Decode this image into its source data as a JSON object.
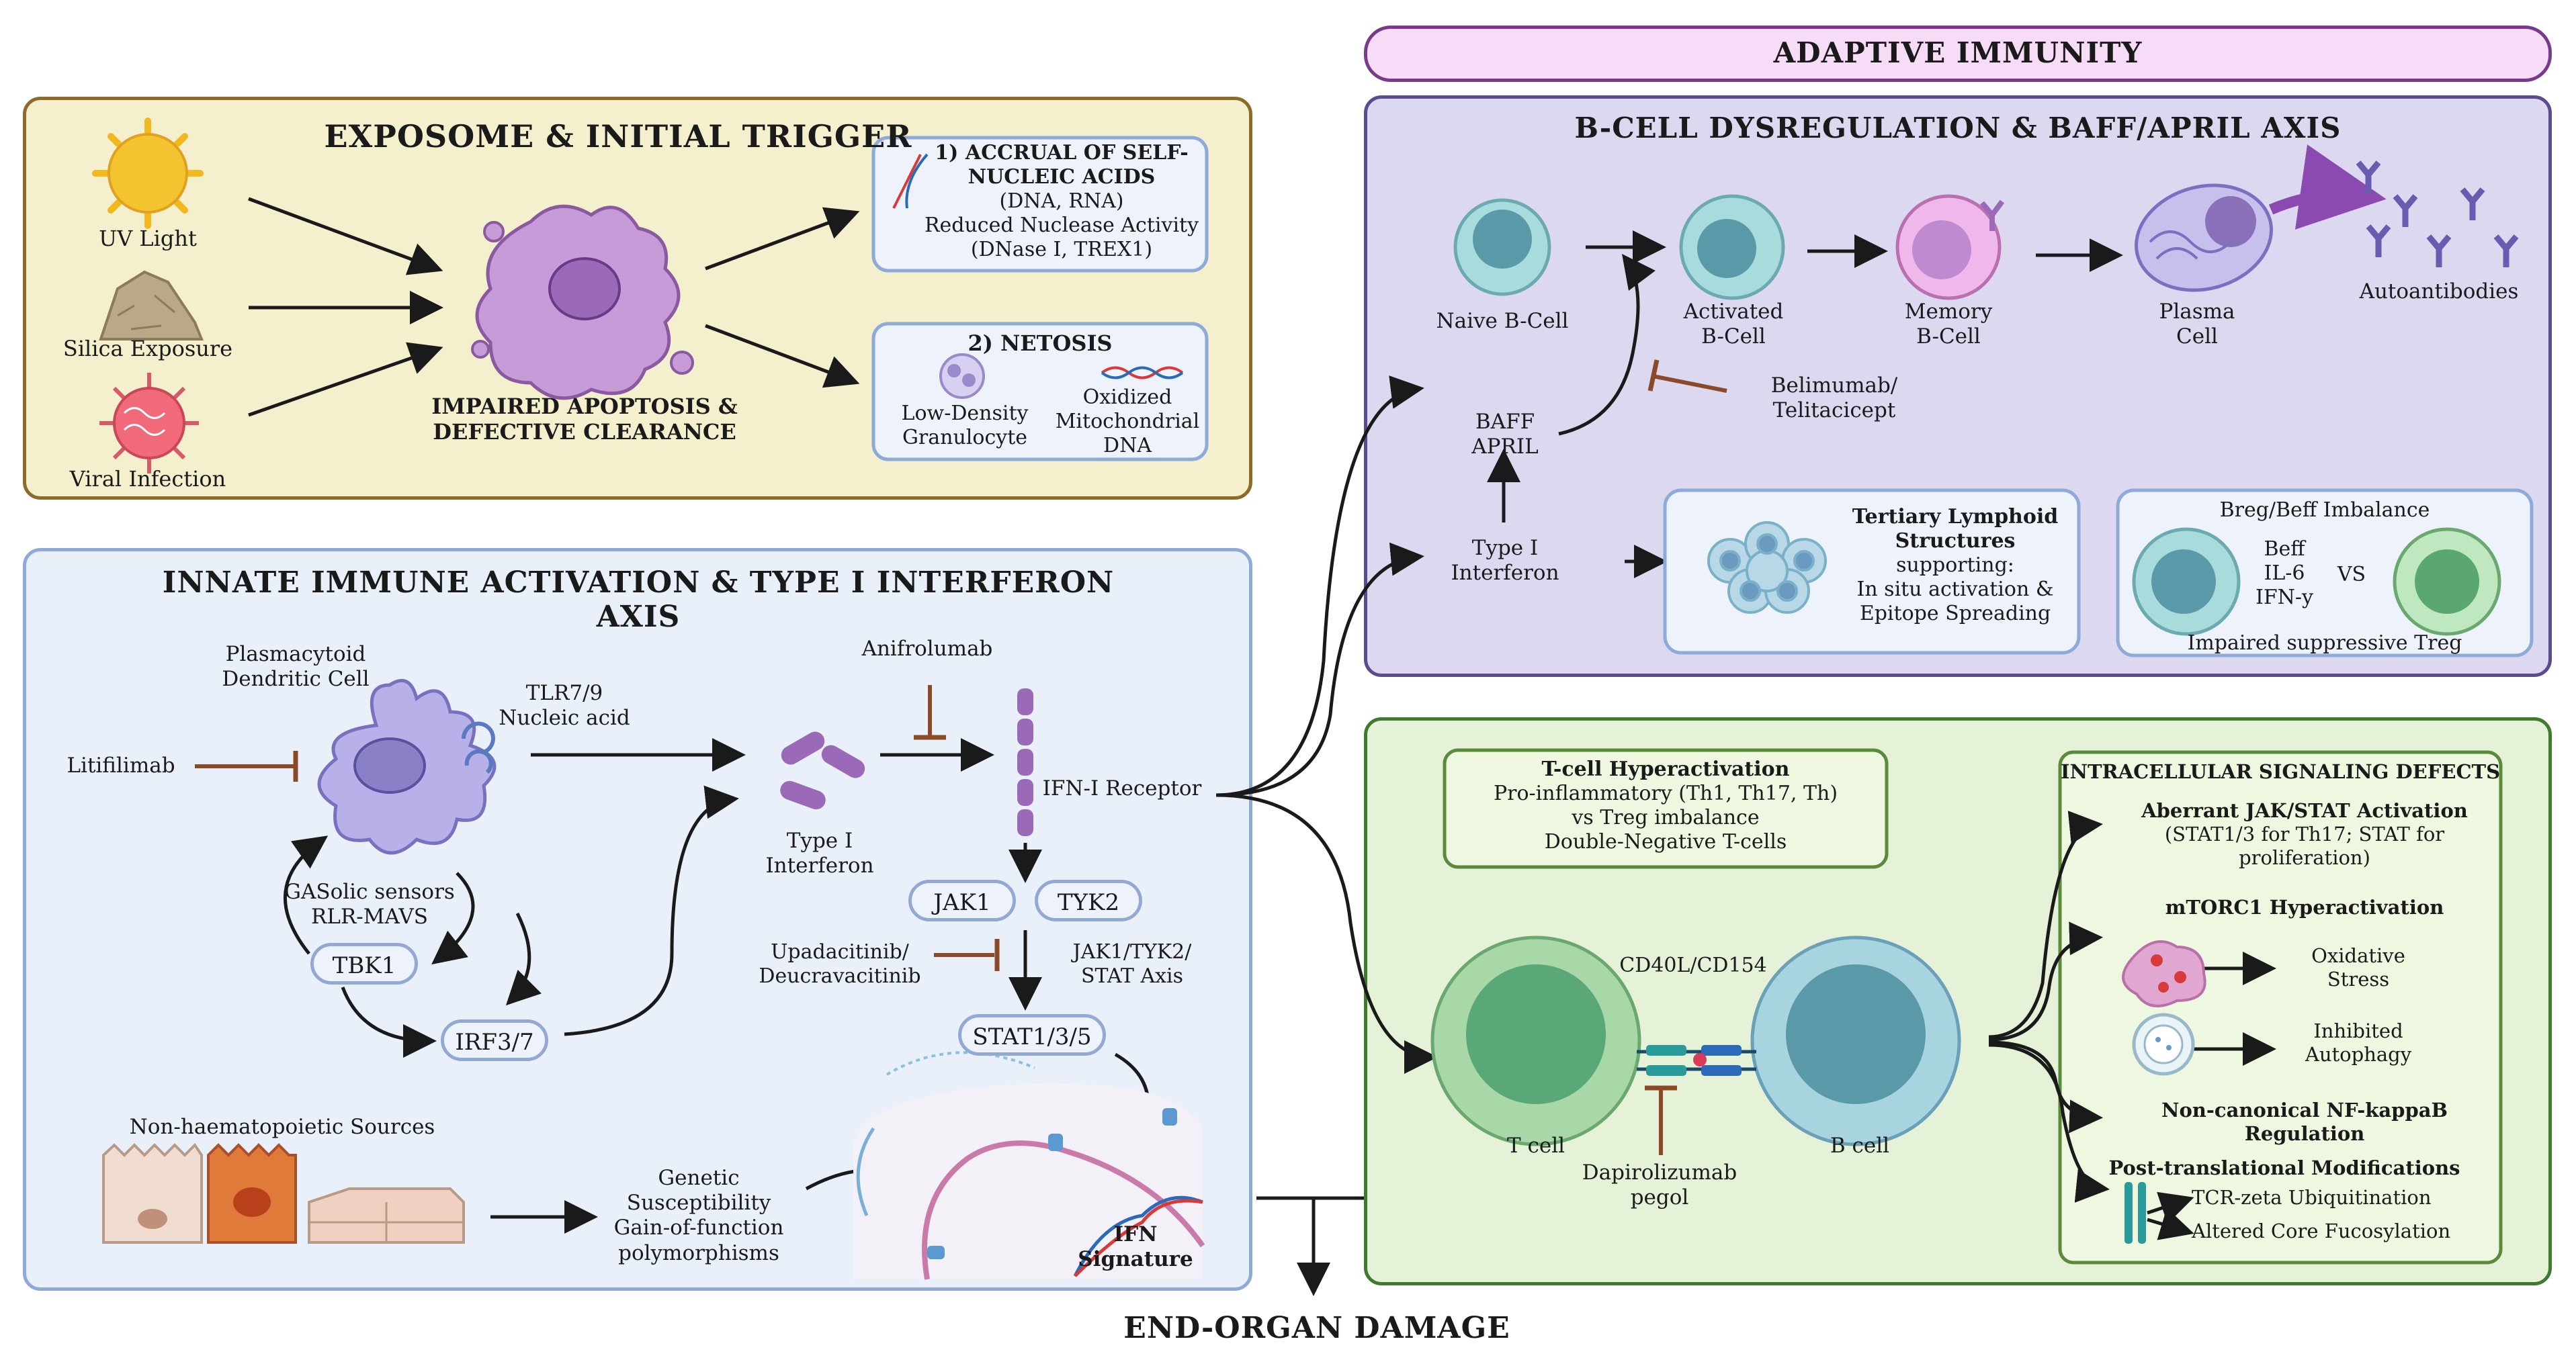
{
  "colors": {
    "exposome_bg": "#f4efcc",
    "exposome_border": "#8c6a2a",
    "innate_bg": "#eaf0fa",
    "innate_border": "#8eaad8",
    "adaptive_bg": "#f6dcf6",
    "adaptive_border": "#7a3a8c",
    "bcell_bg": "#dcd8ef",
    "bcell_border": "#5c4a8e",
    "tcell_bg": "#e6f2d8",
    "tcell_border": "#3f7a2e",
    "inhibitor": "#8a4a2a"
  },
  "exposome": {
    "title": "EXPOSOME & INITIAL TRIGGER",
    "triggers": [
      "UV Light",
      "Silica Exposure",
      "Viral Infection"
    ],
    "cell_caption": [
      "IMPAIRED APOPTOSIS &",
      "DEFECTIVE CLEARANCE"
    ],
    "accrual_box": [
      "1) ACCRUAL OF SELF-",
      "NUCLEIC ACIDS",
      "(DNA, RNA)",
      "Reduced Nuclease Activity",
      "(DNase I, TREX1)"
    ],
    "netosis_title": "2) NETOSIS",
    "netosis_left": [
      "Low-Density",
      "Granulocyte"
    ],
    "netosis_right": [
      "Oxidized",
      "Mitochondrial",
      "DNA"
    ]
  },
  "innate": {
    "title": "INNATE IMMUNE ACTIVATION & TYPE I INTERFERON AXIS",
    "pdc_label": [
      "Plasmacytoid",
      "Dendritic Cell"
    ],
    "tlr_label": [
      "TLR7/9",
      "Nucleic acid"
    ],
    "litifilimab": "Litifilimab",
    "gas_label": [
      "GASolic sensors",
      "RLR-MAVS"
    ],
    "tbk1": "TBK1",
    "irf": "IRF3/7",
    "anifrolumab": "Anifrolumab",
    "type1_ifn": [
      "Type I",
      "Interferon"
    ],
    "ifn_receptor": "IFN-I Receptor",
    "jak1": "JAK1",
    "tyk2": "TYK2",
    "jak_inhib": [
      "Upadacitinib/",
      "Deucravacitinib"
    ],
    "jak_axis": [
      "JAK1/TYK2/",
      "STAT Axis"
    ],
    "stat": "STAT1/3/5",
    "nonhaem": "Non-haematopoietic Sources",
    "genetic": [
      "Genetic",
      "Susceptibility",
      "Gain-of-function",
      "polymorphisms"
    ],
    "ifn_signature": [
      "IFN",
      "Signature"
    ]
  },
  "adaptive": {
    "banner": "ADAPTIVE IMMUNITY",
    "bcell_title": "B-CELL DYSREGULATION & BAFF/APRIL AXIS",
    "naive": "Naive B-Cell",
    "activated": [
      "Activated",
      "B-Cell"
    ],
    "memory": [
      "Memory",
      "B-Cell"
    ],
    "plasma": [
      "Plasma",
      "Cell"
    ],
    "autoantibodies": "Autoantibodies",
    "baff": [
      "BAFF",
      "APRIL"
    ],
    "belimumab": [
      "Belimumab/",
      "Telitacicept"
    ],
    "type1_ifn": [
      "Type I",
      "Interferon"
    ],
    "tls": [
      "Tertiary Lymphoid",
      "Structures",
      "supporting:",
      "In situ activation &",
      "Epitope Spreading"
    ],
    "breg_title": "Breg/Beff Imbalance",
    "breg_mid": [
      "Beff",
      "IL-6",
      "IFN-y"
    ],
    "vs": "VS",
    "breg_caption": "Impaired suppressive Treg"
  },
  "tcell": {
    "hyper": [
      "T-cell Hyperactivation",
      "Pro-inflammatory (Th1, Th17, Th)",
      "vs Treg imbalance",
      "Double-Negative T-cells"
    ],
    "cd40": "CD40L/CD154",
    "t_cell": "T cell",
    "b_cell": "B cell",
    "dapiro": [
      "Dapirolizumab",
      "pegol"
    ],
    "signal_title": "INTRACELLULAR SIGNALING DEFECTS",
    "jakstat": [
      "Aberrant JAK/STAT Activation",
      "(STAT1/3 for Th17; STAT for",
      "proliferation)"
    ],
    "mtorc": "mTORC1 Hyperactivation",
    "oxidative": [
      "Oxidative",
      "Stress"
    ],
    "autophagy": [
      "Inhibited",
      "Autophagy"
    ],
    "nfkb": [
      "Non-canonical NF-kappaB",
      "Regulation"
    ],
    "ptm": "Post-translational Modifications",
    "tcr": "TCR-zeta Ubiquitination",
    "fucos": "Altered Core Fucosylation"
  },
  "end_organ": "END-ORGAN DAMAGE"
}
